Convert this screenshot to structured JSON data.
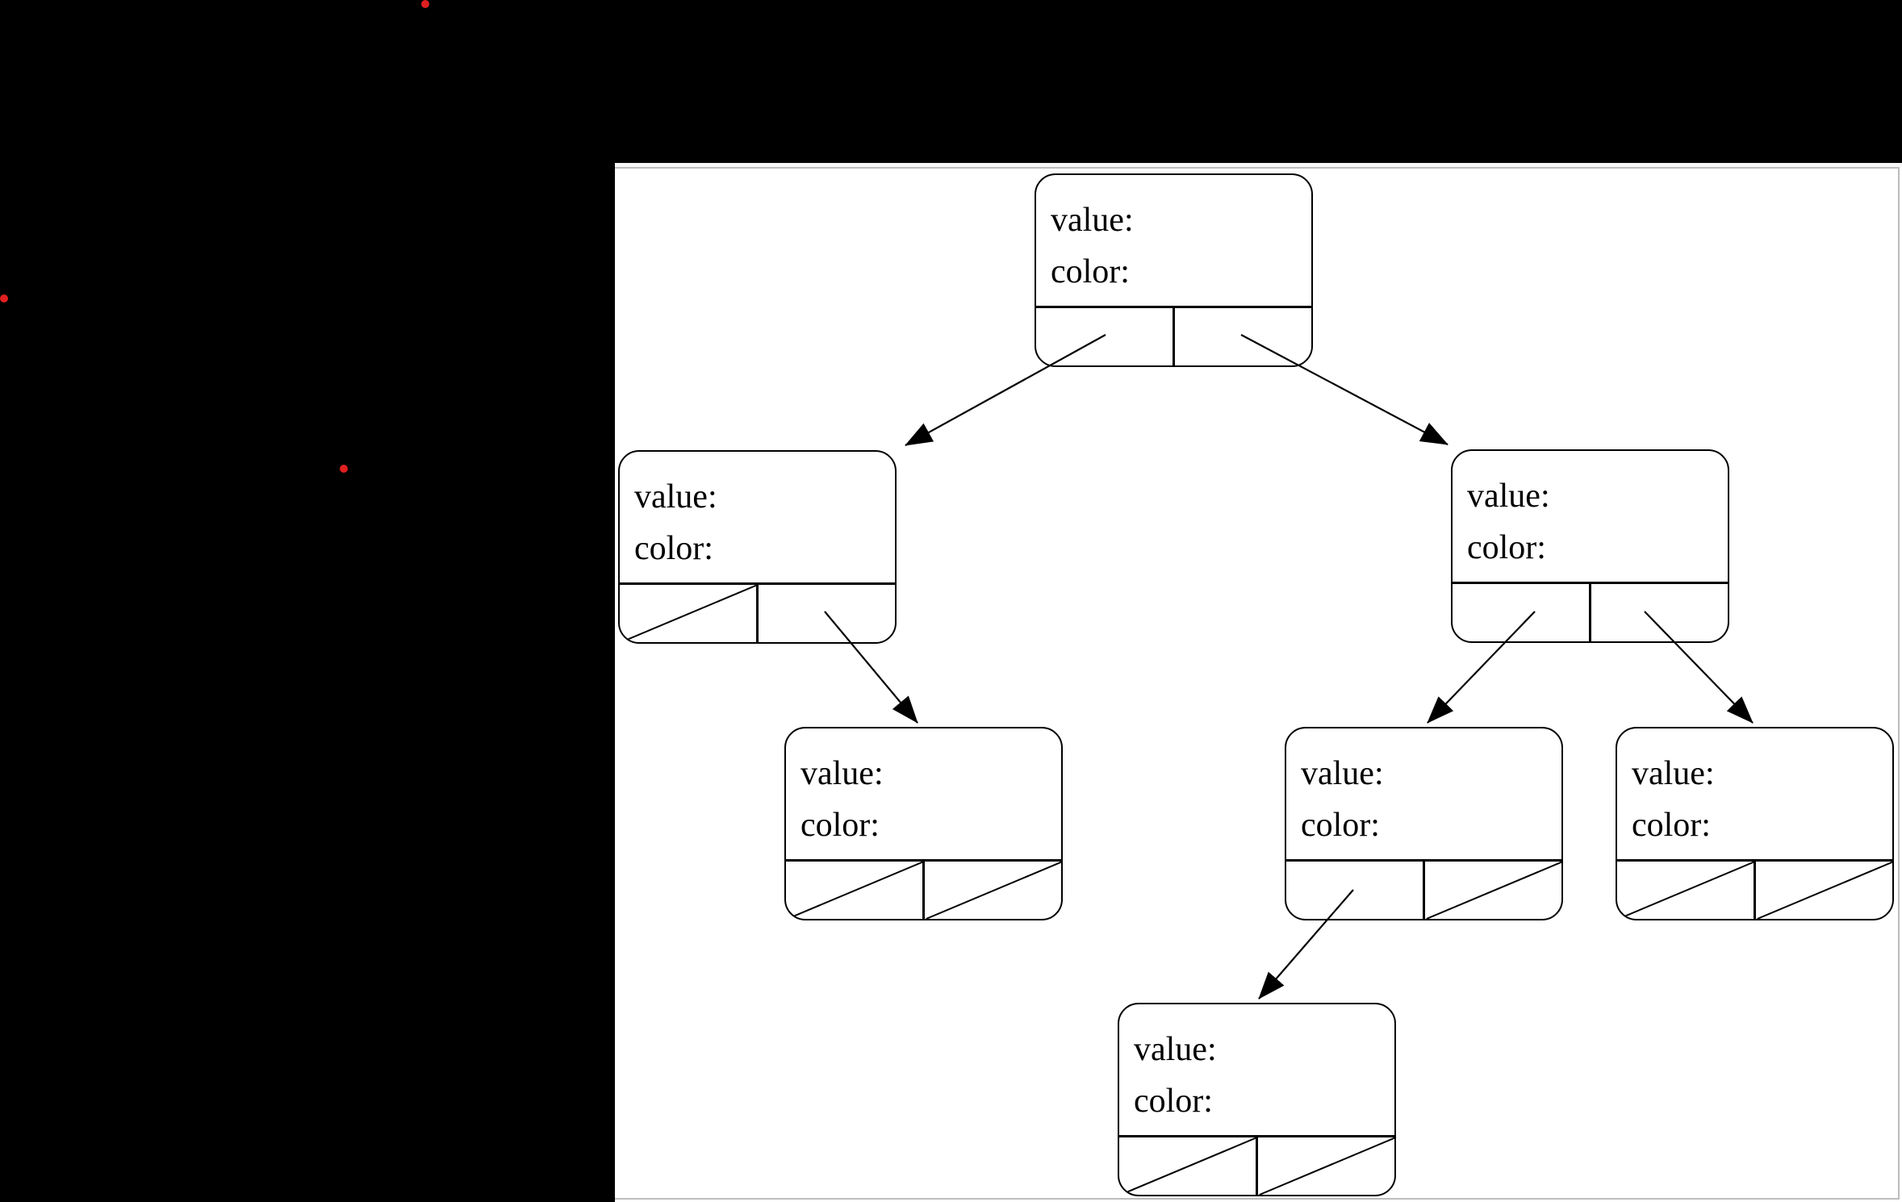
{
  "page": {
    "background_color": "#000000",
    "pointer_dot_color": "#e01f1f",
    "pointer_dot_count": 3
  },
  "panel": {
    "background_color": "#ffffff",
    "frame_color": "#bcbcbc"
  },
  "diagram": {
    "type": "binary-tree",
    "line_color": "#000000",
    "nodes": [
      {
        "id": "root",
        "value_label": "value:",
        "color_label": "color:",
        "left_pointer": "arrow",
        "right_pointer": "arrow"
      },
      {
        "id": "left-child",
        "value_label": "value:",
        "color_label": "color:",
        "left_pointer": "null",
        "right_pointer": "arrow"
      },
      {
        "id": "right-child",
        "value_label": "value:",
        "color_label": "color:",
        "left_pointer": "arrow",
        "right_pointer": "arrow"
      },
      {
        "id": "left-right-grandchild",
        "value_label": "value:",
        "color_label": "color:",
        "left_pointer": "null",
        "right_pointer": "null"
      },
      {
        "id": "right-left-grandchild",
        "value_label": "value:",
        "color_label": "color:",
        "left_pointer": "arrow",
        "right_pointer": "null"
      },
      {
        "id": "right-right-grandchild",
        "value_label": "value:",
        "color_label": "color:",
        "left_pointer": "null",
        "right_pointer": "null"
      },
      {
        "id": "right-left-left-greatgrandchild",
        "value_label": "value:",
        "color_label": "color:",
        "left_pointer": "null",
        "right_pointer": "null"
      }
    ],
    "edges": [
      "root.left -> left-child",
      "root.right -> right-child",
      "left-child.right -> left-right-grandchild",
      "right-child.left -> right-left-grandchild",
      "right-child.right -> right-right-grandchild",
      "right-left-grandchild.left -> right-left-left-greatgrandchild"
    ]
  }
}
